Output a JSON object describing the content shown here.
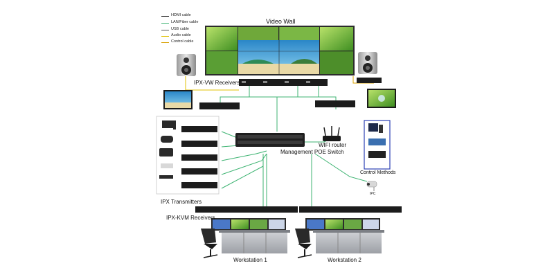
{
  "legend": [
    {
      "label": "HDMI cable",
      "color": "#111111"
    },
    {
      "label": "LAN/Fiber cable",
      "color": "#3cb371"
    },
    {
      "label": "USB cable",
      "color": "#555555"
    },
    {
      "label": "Audio cable",
      "color": "#e0c000"
    },
    {
      "label": "Control cable",
      "color": "#d8a000"
    }
  ],
  "labels": {
    "video_wall": "Video Wall",
    "vw_receivers": "IPX-VW Receivers",
    "switch": "Management POE Switch",
    "wifi": "WIFI router",
    "control_methods": "Control Methods",
    "ipc": "IPC",
    "transmitters": "IPX Transmitters",
    "kvm_receivers": "IPX-KVM Receivers",
    "workstation1": "Workstation 1",
    "workstation2": "Workstation 2"
  },
  "colors": {
    "lan": "#3cb371",
    "audio": "#e0c000",
    "device": "#1c1c1c"
  }
}
